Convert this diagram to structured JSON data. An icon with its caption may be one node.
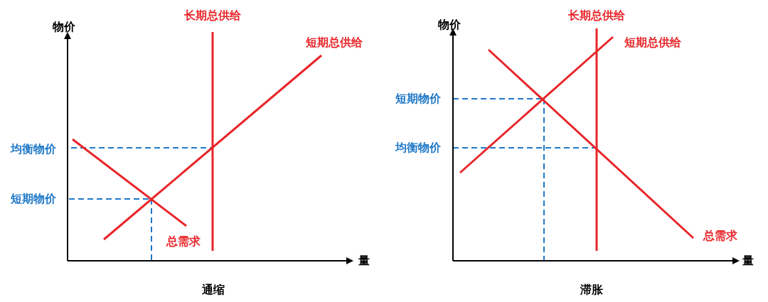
{
  "diagram": {
    "labels": [
      "物价",
      "长期总供给",
      "短期总供给",
      "均衡物价",
      "短期物价",
      "总需求",
      "量",
      "通缩",
      "物价",
      "长期总供给",
      "短期总供给",
      "短期物价",
      "均衡物价",
      "总需求",
      "量",
      "滞胀"
    ]
  }
}
